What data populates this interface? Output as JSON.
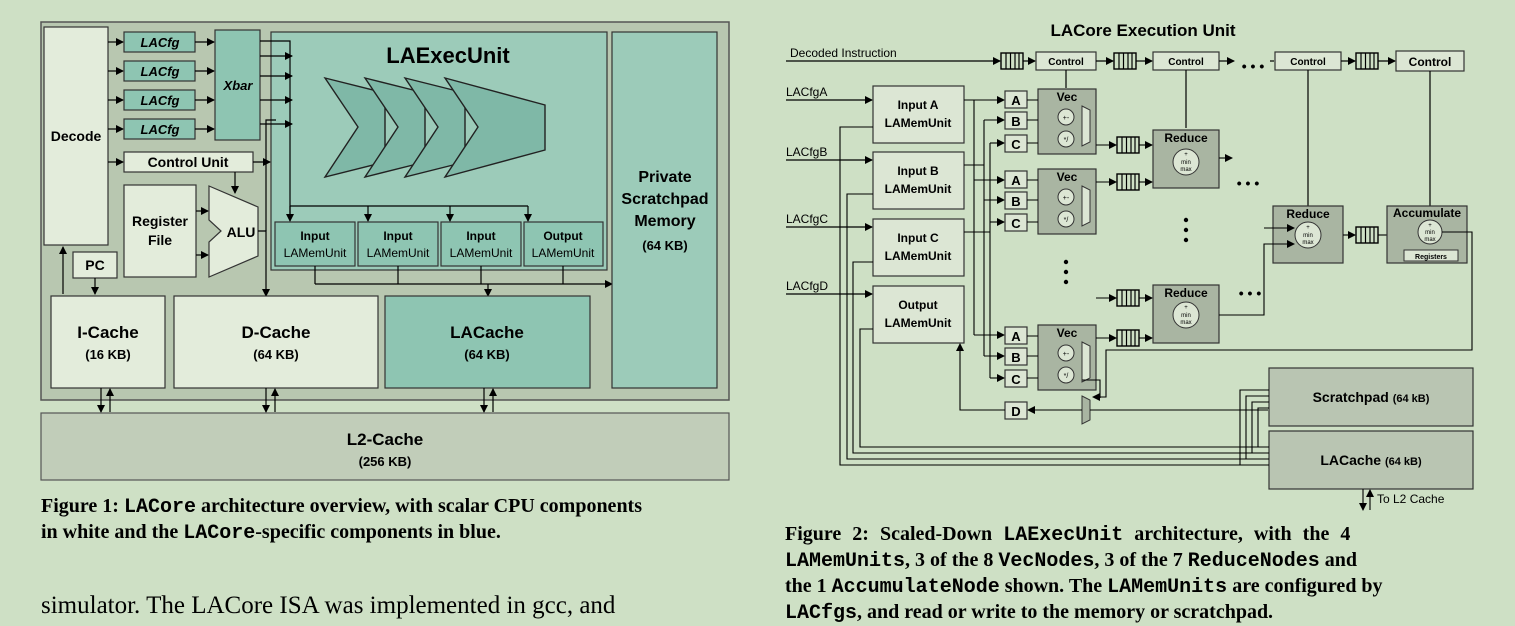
{
  "colors": {
    "page_bg": "#cee0c5",
    "frame_bg": "#b8c7b0",
    "white_box": "#e3ecdb",
    "teal_box": "#8ec5b2",
    "teal_big": "#9ccbb9",
    "gray_box": "#b9c5b2",
    "gray_node": "#a9b5a2"
  },
  "fig1": {
    "decode": "Decode",
    "lacfg": [
      "LACfg",
      "LACfg",
      "LACfg",
      "LACfg"
    ],
    "xbar": "Xbar",
    "laexecunit": "LAExecUnit",
    "control_unit": "Control Unit",
    "register_file_1": "Register",
    "register_file_2": "File",
    "alu": "ALU",
    "pc": "PC",
    "memunits": [
      {
        "l1": "Input",
        "l2": "LAMemUnit"
      },
      {
        "l1": "Input",
        "l2": "LAMemUnit"
      },
      {
        "l1": "Input",
        "l2": "LAMemUnit"
      },
      {
        "l1": "Output",
        "l2": "LAMemUnit"
      }
    ],
    "scratchpad": [
      "Private",
      "Scratchpad",
      "Memory",
      "(64 KB)"
    ],
    "icache": {
      "name": "I-Cache",
      "size": "(16 KB)"
    },
    "dcache": {
      "name": "D-Cache",
      "size": "(64 KB)"
    },
    "lacache": {
      "name": "LACache",
      "size": "(64 KB)"
    },
    "l2cache": {
      "name": "L2-Cache",
      "size": "(256 KB)"
    },
    "caption_pre": "Figure 1: ",
    "caption_mono1": "LACore",
    "caption_mid": " architecture overview, with scalar CPU components",
    "caption_line2_pre": "in white and the ",
    "caption_mono2": "LACore",
    "caption_line2_post": "-specific components in blue."
  },
  "fig2": {
    "title": "LACore Execution Unit",
    "decoded_instruction": "Decoded Instruction",
    "control": [
      "Control",
      "Control",
      "Control",
      "Control"
    ],
    "lacfg_labels": [
      "LACfgA",
      "LACfgB",
      "LACfgC",
      "LACfgD"
    ],
    "memunits": [
      {
        "l1": "Input A",
        "l2": "LAMemUnit"
      },
      {
        "l1": "Input B",
        "l2": "LAMemUnit"
      },
      {
        "l1": "Input C",
        "l2": "LAMemUnit"
      },
      {
        "l1": "Output",
        "l2": "LAMemUnit"
      }
    ],
    "vec": "Vec",
    "reg_abc": [
      "A",
      "B",
      "C"
    ],
    "reg_d": "D",
    "reduce": "Reduce",
    "accumulate": "Accumulate",
    "registers": "Registers",
    "op_plus_minus": "+-",
    "op_mul_div": "*/",
    "op_reduce_1": "+",
    "op_reduce_2": "min",
    "op_reduce_3": "max",
    "ellipsis": "• • •",
    "scratchpad_name": "Scratchpad",
    "scratchpad_size": "(64 kB)",
    "lacache_name": "LACache",
    "lacache_size": "(64 kB)",
    "to_l2": "To L2 Cache",
    "caption_l1_a": "Figure 2: Scaled-Down ",
    "caption_l1_m": "LAExecUnit",
    "caption_l1_b": " architecture, with the 4",
    "caption_l2_m1": "LAMemUnits",
    "caption_l2_a": ", 3 of the 8 ",
    "caption_l2_m2": "VecNodes",
    "caption_l2_b": ", 3 of the 7 ",
    "caption_l2_m3": "ReduceNodes",
    "caption_l2_c": " and",
    "caption_l3_a": "the 1 ",
    "caption_l3_m1": "AccumulateNode",
    "caption_l3_b": " shown. The ",
    "caption_l3_m2": "LAMemUnits",
    "caption_l3_c": " are configured by",
    "caption_l4_m": "LACfgs",
    "caption_l4_a": ", and read or write to the memory or scratchpad."
  },
  "body_text": "simulator. The LACore ISA was implemented in gcc, and"
}
